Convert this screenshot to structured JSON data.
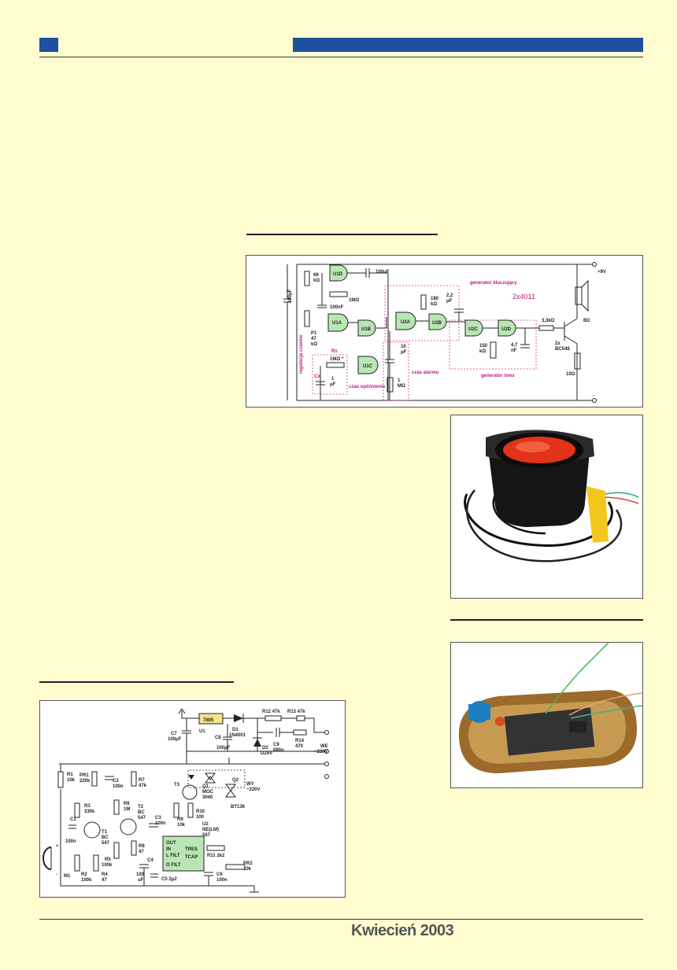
{
  "footer": {
    "date": "Kwiecień 2003"
  },
  "schematic1": {
    "labels": {
      "gen_klucz": "generator kluczujący",
      "ic": "2x4011",
      "gen_tonu": "generator tonu",
      "reg": "regulacja czasów",
      "czas_opo": "czas opóźnienia",
      "czas_alarm": "czas alarmu",
      "u1d": "U1D",
      "u1a": "U1A",
      "u1b": "U1B",
      "u1c": "U1C",
      "u2a": "U2A",
      "u2b": "U2B",
      "u2c": "U2C",
      "u2d": "U2D",
      "c100uf": "100uF",
      "c100nf": "100nF",
      "r1m_top": "1MΩ",
      "r68": "68",
      "r68b": "kΩ",
      "p1": "P1",
      "p1b": "47",
      "p1c": "kΩ",
      "c100uf_left": "100μF",
      "rx": "Rx",
      "r1m_rx": "1MΩ *",
      "cx": "Cx",
      "c1uf": "1",
      "c1ufb": "μF",
      "c10uf": "10",
      "c10ufb": "μF",
      "r1m_alarm": "1",
      "r1m_alarmb": "MΩ",
      "r180a": "180",
      "r180ab": "kΩ",
      "c22": "2,2",
      "c22b": "μF",
      "r150": "150",
      "r150b": "kΩ",
      "c47": "4,7",
      "c47b": "nF",
      "r33": "3,3kΩ",
      "tr": "2x",
      "trb": "BC548",
      "v9": "+9V",
      "r8": "8Ω",
      "r10": "10Ω",
      "minus": "-"
    }
  },
  "schematic2": {
    "labels": {
      "u7805": "7805",
      "u1": "U1",
      "c7": "C7",
      "c7v": "100μF",
      "c8": "C8",
      "c8v": "100μF",
      "d1": "D1",
      "d1v": "1N4001",
      "d2": "D2",
      "d2v": "DZ6V",
      "r12": "R12 47k",
      "r13": "R13 47k",
      "c9": "C9",
      "c9v": "680n",
      "r14": "R14",
      "r14v": "470",
      "we": "WE",
      "wev": "~220V",
      "wy": "WY",
      "wyv": "~220V",
      "q2": "Q2",
      "q2v": "BT136",
      "q1": "Q1",
      "q1v": "MOC",
      "q1v2": "3040",
      "t3": "T3",
      "r1": "R1",
      "r1v": "10k",
      "pr1": "PR1",
      "pr1v": "220k",
      "c2": "C2",
      "c2v": "100n",
      "r7": "R7",
      "r7v": "47k",
      "r3": "R3",
      "r3v": "330k",
      "r6": "R6",
      "r6v": "1M",
      "t2": "T2",
      "t2v": "BC",
      "t2v2": "547",
      "c1": "C1",
      "c1v": "100n",
      "t1": "T1",
      "t1v": "BC",
      "t1v2": "547",
      "r5": "R5",
      "r5v": "100k",
      "r8": "R8",
      "r8v": "47",
      "c3": "C3",
      "c3v": "100n",
      "r9": "R9",
      "r9v": "10k",
      "r10": "R10",
      "r10v": "100",
      "u2": "U2",
      "u2v": "NE(LM)",
      "u2v2": "567",
      "out": "OUT",
      "in": "IN",
      "tres": "TRES",
      "lfilt": "L FILT",
      "tcap": "TCAP",
      "ofilt": "O FILT",
      "r11": "R11 2k2",
      "pr2": "PR2",
      "pr2v": "10k",
      "c4": "C4",
      "c4v": "100",
      "c4v2": "uF",
      "c5": "C5 2μ2",
      "c6": "C6",
      "c6v": "100n",
      "r2": "R2",
      "r2v": "100k",
      "r4": "R4",
      "r4v": "47",
      "m1": "M1",
      "plus": "+",
      "minus": "-"
    }
  }
}
